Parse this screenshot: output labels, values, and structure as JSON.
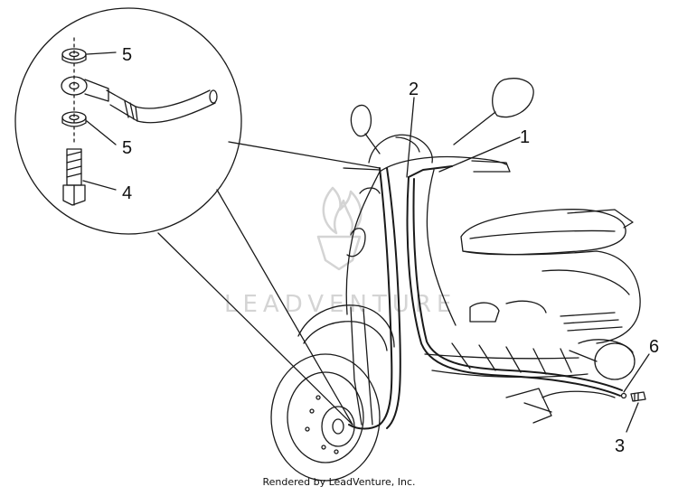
{
  "callouts": {
    "c1": "1",
    "c2": "2",
    "c3": "3",
    "c4": "4",
    "c5_top": "5",
    "c5_bottom": "5",
    "c6": "6"
  },
  "watermark": {
    "text": "LEADVENTURE"
  },
  "footer": {
    "credit": "Rendered by LeadVenture, Inc."
  },
  "colors": {
    "line": "#1a1a1a",
    "watermark": "#d4d4d4",
    "background": "#ffffff"
  }
}
